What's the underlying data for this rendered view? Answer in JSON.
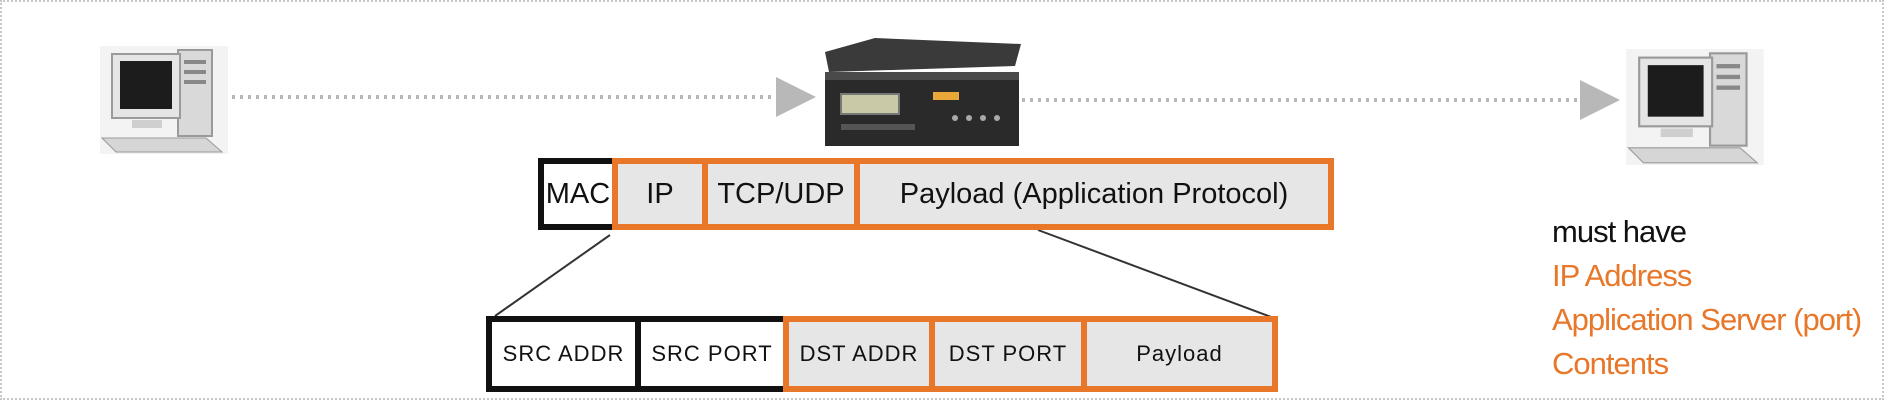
{
  "colors": {
    "accent": "#e8772a",
    "border_dark": "#111111",
    "cell_fill": "#e6e6e6",
    "arrow": "#b8b8b8"
  },
  "icons": {
    "sender": "desktop-computer-icon",
    "middlebox": "network-appliance-icon",
    "receiver": "desktop-computer-icon"
  },
  "packet": {
    "fields": [
      {
        "label": "MAC",
        "style": "black"
      },
      {
        "label": "IP",
        "style": "orange"
      },
      {
        "label": "TCP/UDP",
        "style": "orange"
      },
      {
        "label": "Payload (Application Protocol)",
        "style": "orange"
      }
    ]
  },
  "expanded": {
    "fields": [
      {
        "label": "SRC ADDR",
        "style": "black"
      },
      {
        "label": "SRC PORT",
        "style": "black"
      },
      {
        "label": "DST ADDR",
        "style": "orange"
      },
      {
        "label": "DST PORT",
        "style": "orange"
      },
      {
        "label": "Payload",
        "style": "orange"
      }
    ]
  },
  "notes": {
    "heading": "must have",
    "items": [
      "IP Address",
      "Application Server (port)",
      "Contents"
    ]
  }
}
